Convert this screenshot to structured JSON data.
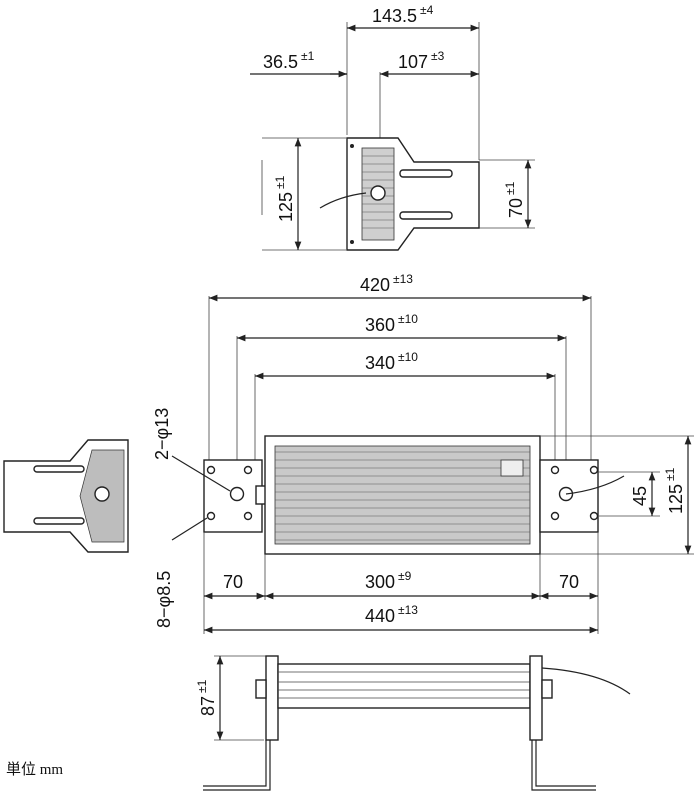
{
  "drawing": {
    "unit_label": "単位 mm",
    "side_view": {
      "overall_width": {
        "value": "143.5",
        "tol": "±4"
      },
      "left_offset": {
        "value": "36.5",
        "tol": "±1"
      },
      "bracket_depth": {
        "value": "107",
        "tol": "±3"
      },
      "height": {
        "value": "125",
        "tol": "±1"
      },
      "bracket_height": {
        "value": "70",
        "tol": "±1"
      }
    },
    "front_view": {
      "width_420": {
        "value": "420",
        "tol": "±13"
      },
      "width_360": {
        "value": "360",
        "tol": "±10"
      },
      "width_340": {
        "value": "340",
        "tol": "±10"
      },
      "hole_large": "2−φ13",
      "hole_small": "8−φ8.5",
      "end_left": {
        "value": "70",
        "tol": ""
      },
      "center": {
        "value": "300",
        "tol": "±9"
      },
      "end_right": {
        "value": "70",
        "tol": ""
      },
      "overall": {
        "value": "440",
        "tol": "±13"
      },
      "hole_pitch": {
        "value": "45",
        "tol": ""
      },
      "height": {
        "value": "125",
        "tol": "±1"
      }
    },
    "bottom_view": {
      "height": {
        "value": "87",
        "tol": "±1"
      }
    }
  }
}
